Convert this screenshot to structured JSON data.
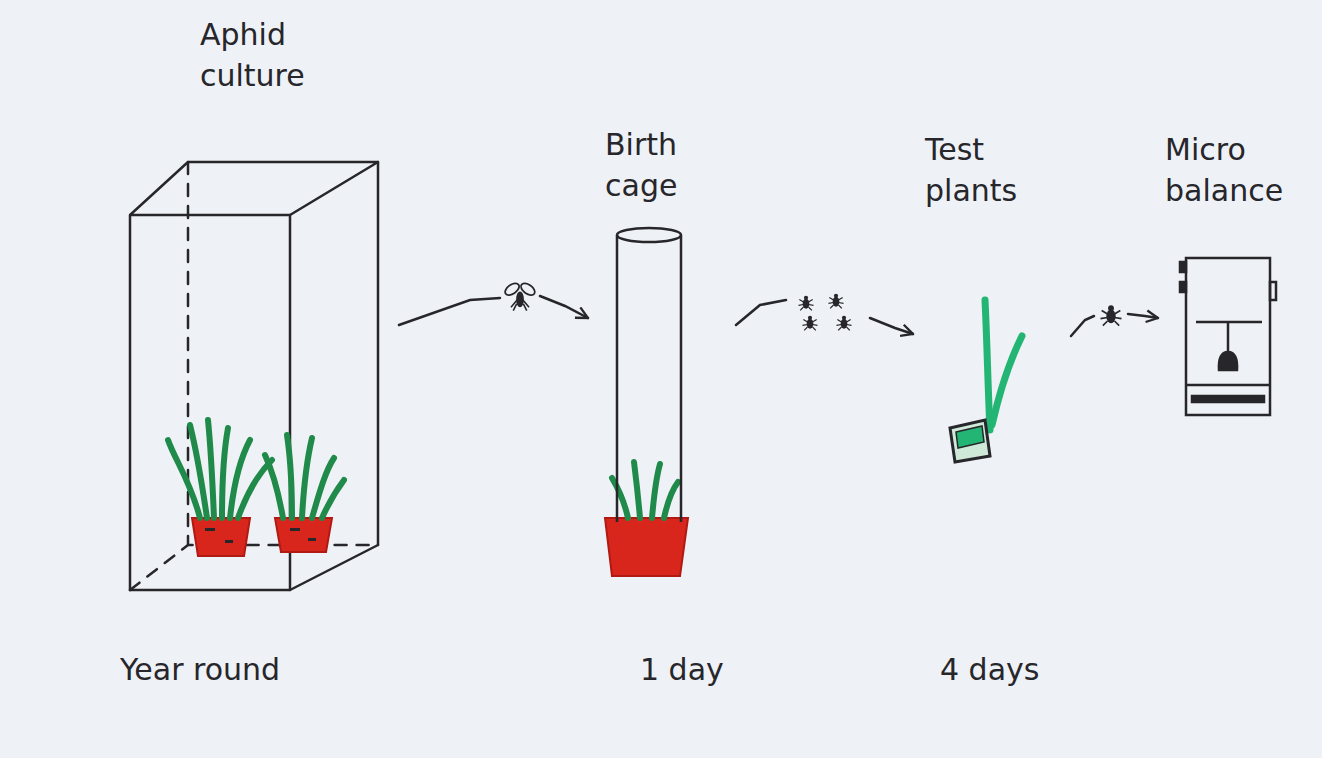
{
  "diagram": {
    "nodes": [
      {
        "text": [
          "Aphid culture",
          "Year round"
        ]
      },
      {
        "text": [
          "Birth cage",
          "1 day"
        ]
      },
      {
        "text": [
          "Test plants",
          "4 days"
        ]
      },
      {
        "text": [
          "Micro balance"
        ]
      }
    ],
    "edges": [
      {
        "from": 0,
        "to": 1,
        "arrow": "to"
      },
      {
        "from": 1,
        "to": 2,
        "arrow": "to"
      },
      {
        "from": 2,
        "to": 3,
        "arrow": "to"
      }
    ]
  }
}
